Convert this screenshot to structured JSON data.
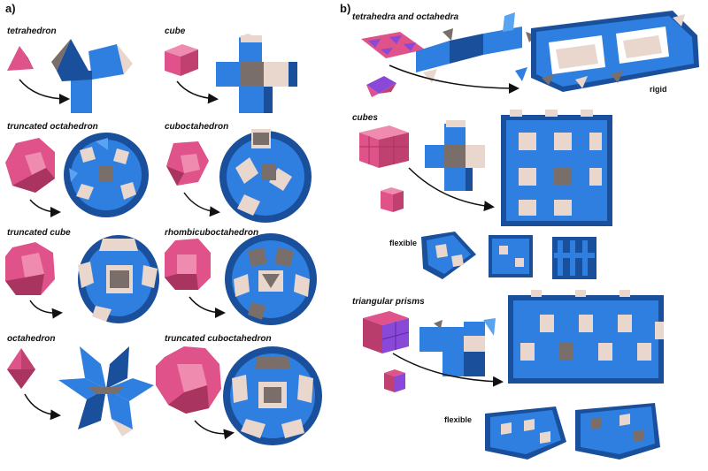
{
  "panel_a": {
    "label": "a)",
    "items": [
      {
        "name": "tetrahedron"
      },
      {
        "name": "cube"
      },
      {
        "name": "truncated octahedron"
      },
      {
        "name": "cuboctahedron"
      },
      {
        "name": "truncated cube"
      },
      {
        "name": "rhombicuboctahedron"
      },
      {
        "name": "octahedron"
      },
      {
        "name": "truncated cuboctahedron"
      }
    ]
  },
  "panel_b": {
    "label": "b)",
    "sections": [
      {
        "title": "tetrahedra and octahedra",
        "tag": "rigid"
      },
      {
        "title": "cubes",
        "tag": "flexible"
      },
      {
        "title": "triangular prisms",
        "tag": "flexible"
      }
    ]
  },
  "colors": {
    "blue": "#2f7fe0",
    "blue_dark": "#1a4f9c",
    "pink": "#e0528a",
    "pink_dark": "#9c3059",
    "purple": "#8a48d8",
    "beige": "#e9d6cc",
    "grey": "#7a6e6a"
  }
}
